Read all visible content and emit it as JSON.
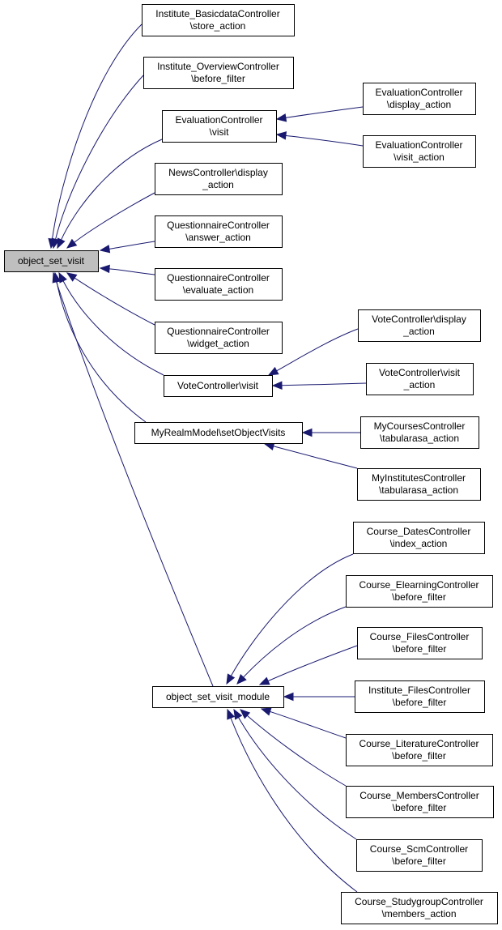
{
  "diagram": {
    "type": "caller-graph",
    "colors": {
      "edge": "#191970",
      "root_fill": "#bfbfbf",
      "node_fill": "#ffffff",
      "node_border": "#000000"
    },
    "nodes": [
      {
        "id": "root",
        "lines": [
          "object_set_visit"
        ],
        "highlight": true
      },
      {
        "id": "basicdata_store",
        "lines": [
          "Institute_BasicdataController",
          "\\store_action"
        ]
      },
      {
        "id": "overview_before",
        "lines": [
          "Institute_OverviewController",
          "\\before_filter"
        ]
      },
      {
        "id": "eval_visit",
        "lines": [
          "EvaluationController",
          "\\visit"
        ]
      },
      {
        "id": "news_display",
        "lines": [
          "NewsController\\display",
          "_action"
        ]
      },
      {
        "id": "quest_answer",
        "lines": [
          "QuestionnaireController",
          "\\answer_action"
        ]
      },
      {
        "id": "quest_evaluate",
        "lines": [
          "QuestionnaireController",
          "\\evaluate_action"
        ]
      },
      {
        "id": "quest_widget",
        "lines": [
          "QuestionnaireController",
          "\\widget_action"
        ]
      },
      {
        "id": "vote_visit",
        "lines": [
          "VoteController\\visit"
        ]
      },
      {
        "id": "realm_visits",
        "lines": [
          "MyRealmModel\\setObjectVisits"
        ]
      },
      {
        "id": "visit_module",
        "lines": [
          "object_set_visit_module"
        ]
      },
      {
        "id": "eval_display",
        "lines": [
          "EvaluationController",
          "\\display_action"
        ]
      },
      {
        "id": "eval_visit_action",
        "lines": [
          "EvaluationController",
          "\\visit_action"
        ]
      },
      {
        "id": "vote_display",
        "lines": [
          "VoteController\\display",
          "_action"
        ]
      },
      {
        "id": "vote_visit_action",
        "lines": [
          "VoteController\\visit",
          "_action"
        ]
      },
      {
        "id": "mycourses_tabula",
        "lines": [
          "MyCoursesController",
          "\\tabularasa_action"
        ]
      },
      {
        "id": "myinst_tabula",
        "lines": [
          "MyInstitutesController",
          "\\tabularasa_action"
        ]
      },
      {
        "id": "dates_index",
        "lines": [
          "Course_DatesController",
          "\\index_action"
        ]
      },
      {
        "id": "elearning_before",
        "lines": [
          "Course_ElearningController",
          "\\before_filter"
        ]
      },
      {
        "id": "files_before",
        "lines": [
          "Course_FilesController",
          "\\before_filter"
        ]
      },
      {
        "id": "instfiles_before",
        "lines": [
          "Institute_FilesController",
          "\\before_filter"
        ]
      },
      {
        "id": "literature_before",
        "lines": [
          "Course_LiteratureController",
          "\\before_filter"
        ]
      },
      {
        "id": "members_before",
        "lines": [
          "Course_MembersController",
          "\\before_filter"
        ]
      },
      {
        "id": "scm_before",
        "lines": [
          "Course_ScmController",
          "\\before_filter"
        ]
      },
      {
        "id": "studygroup_members",
        "lines": [
          "Course_StudygroupController",
          "\\members_action"
        ]
      }
    ],
    "edges": [
      {
        "from": "basicdata_store",
        "to": "root"
      },
      {
        "from": "overview_before",
        "to": "root"
      },
      {
        "from": "eval_visit",
        "to": "root"
      },
      {
        "from": "news_display",
        "to": "root"
      },
      {
        "from": "quest_answer",
        "to": "root"
      },
      {
        "from": "quest_evaluate",
        "to": "root"
      },
      {
        "from": "quest_widget",
        "to": "root"
      },
      {
        "from": "vote_visit",
        "to": "root"
      },
      {
        "from": "realm_visits",
        "to": "root"
      },
      {
        "from": "visit_module",
        "to": "root"
      },
      {
        "from": "eval_display",
        "to": "eval_visit"
      },
      {
        "from": "eval_visit_action",
        "to": "eval_visit"
      },
      {
        "from": "vote_display",
        "to": "vote_visit"
      },
      {
        "from": "vote_visit_action",
        "to": "vote_visit"
      },
      {
        "from": "mycourses_tabula",
        "to": "realm_visits"
      },
      {
        "from": "myinst_tabula",
        "to": "realm_visits"
      },
      {
        "from": "dates_index",
        "to": "visit_module"
      },
      {
        "from": "elearning_before",
        "to": "visit_module"
      },
      {
        "from": "files_before",
        "to": "visit_module"
      },
      {
        "from": "instfiles_before",
        "to": "visit_module"
      },
      {
        "from": "literature_before",
        "to": "visit_module"
      },
      {
        "from": "members_before",
        "to": "visit_module"
      },
      {
        "from": "scm_before",
        "to": "visit_module"
      },
      {
        "from": "studygroup_members",
        "to": "visit_module"
      }
    ]
  }
}
